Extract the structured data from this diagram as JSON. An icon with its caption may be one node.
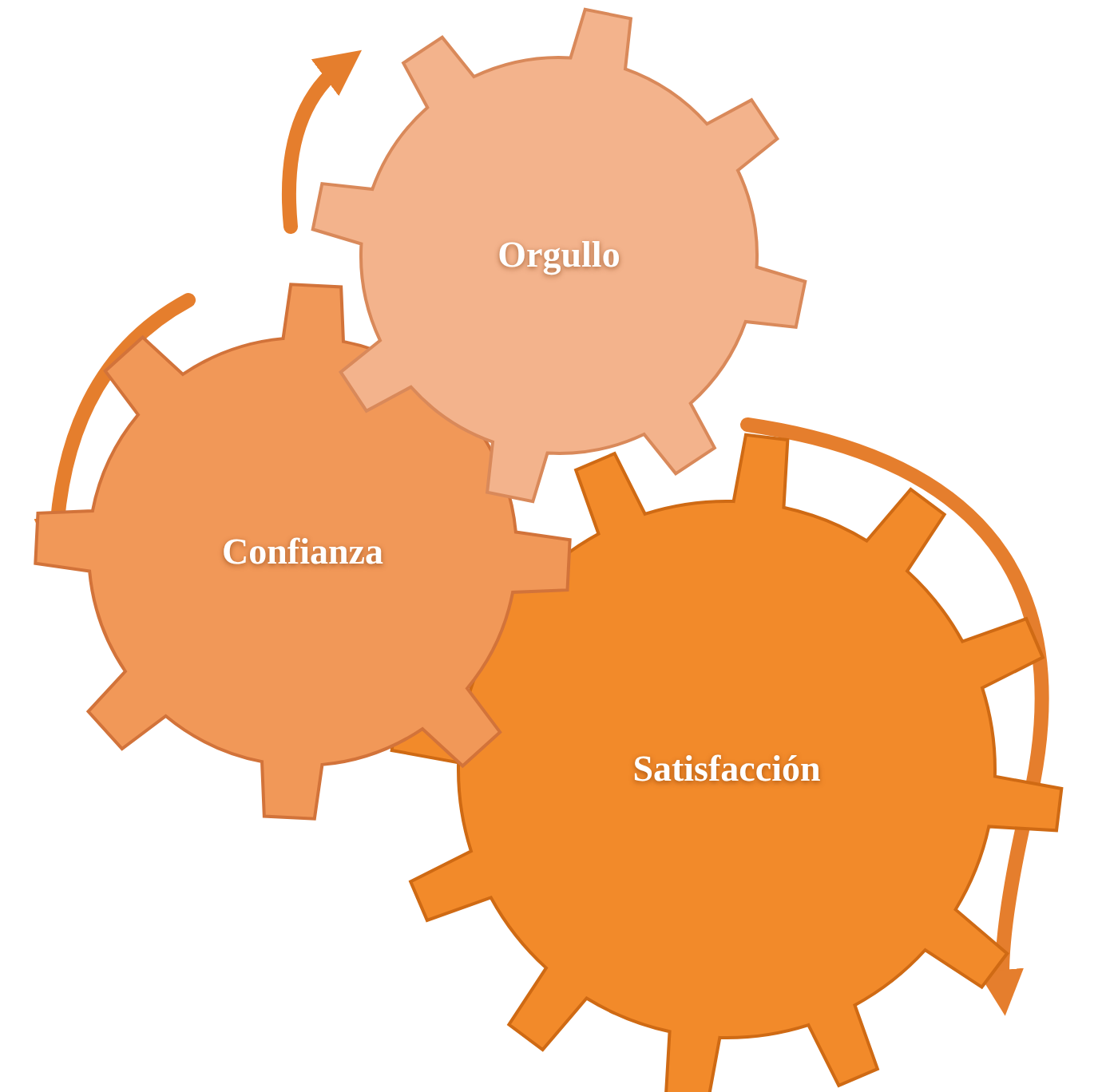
{
  "diagram": {
    "nodes": [
      {
        "text": [
          "Orgullo"
        ]
      },
      {
        "text": [
          "Confianza"
        ]
      },
      {
        "text": [
          "Satisfacción"
        ]
      }
    ]
  }
}
